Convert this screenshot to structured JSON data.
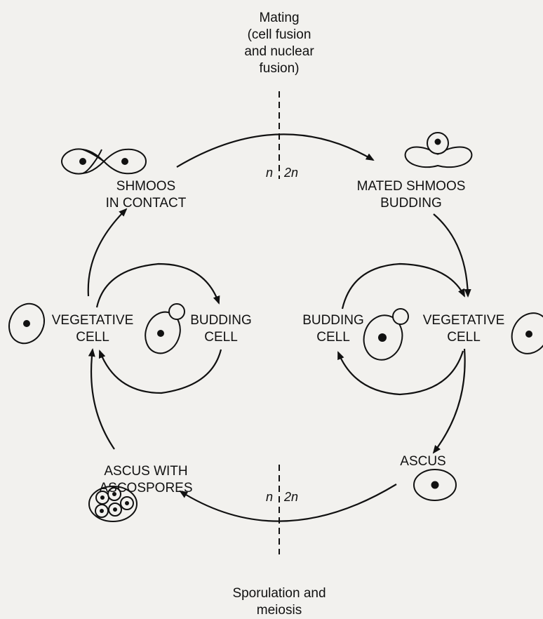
{
  "top_label": [
    "Mating",
    "(cell fusion",
    "and nuclear",
    "fusion)"
  ],
  "bottom_label": [
    "Sporulation and",
    "meiosis"
  ],
  "ploidy_top": {
    "haploid": "n",
    "diploid": "2n"
  },
  "ploidy_bottom": {
    "haploid": "n",
    "diploid": "2n"
  },
  "stages": {
    "shmoos_in_contact": [
      "SHMOOS",
      "IN CONTACT"
    ],
    "mated_shmoos_budding": [
      "MATED SHMOOS",
      "BUDDING"
    ],
    "vegetative_cell_left": [
      "VEGETATIVE",
      "CELL"
    ],
    "budding_cell_left": [
      "BUDDING",
      "CELL"
    ],
    "budding_cell_right": [
      "BUDDING",
      "CELL"
    ],
    "vegetative_cell_right": [
      "VEGETATIVE",
      "CELL"
    ],
    "ascus": [
      "ASCUS"
    ],
    "ascus_with_ascospores": [
      "ASCUS WITH",
      "ASCOSPORES"
    ]
  }
}
